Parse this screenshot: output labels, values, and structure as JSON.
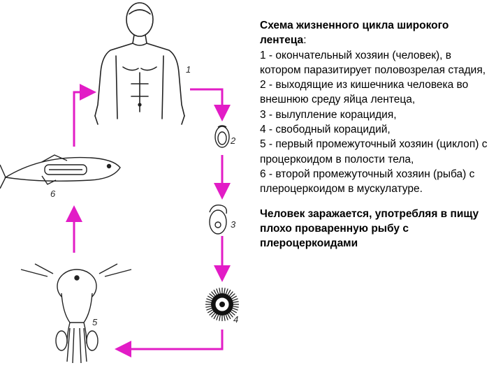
{
  "diagram": {
    "stages": [
      {
        "number": "1",
        "name": "human"
      },
      {
        "number": "2",
        "name": "egg"
      },
      {
        "number": "3",
        "name": "coracidium-hatching"
      },
      {
        "number": "4",
        "name": "free-coracidium"
      },
      {
        "number": "5",
        "name": "cyclops"
      },
      {
        "number": "6",
        "name": "fish"
      }
    ],
    "arrow_color": "#e21cc6"
  },
  "text": {
    "title_bold": "Схема жизненного цикла широкого лентеца",
    "title_colon": ":",
    "legend": [
      "1 - окончательный хозяин (человек), в котором паразитирует половозрелая стадия,",
      "2 - выходящие из кишечника человека во внешнюю среду яйца лентеца,",
      "3 - вылупление корацидия,",
      "4 - свободный корацидий,",
      "5 - первый промежуточный хозяин (циклоп) с процеркоидом в полости тела,",
      " 6 - второй промежуточный хозяин (рыба) с плероцеркоидом в мускулатуре."
    ],
    "note": "Человек заражается, употребляя в пищу плохо проваренную рыбу с плероцеркоидами"
  }
}
